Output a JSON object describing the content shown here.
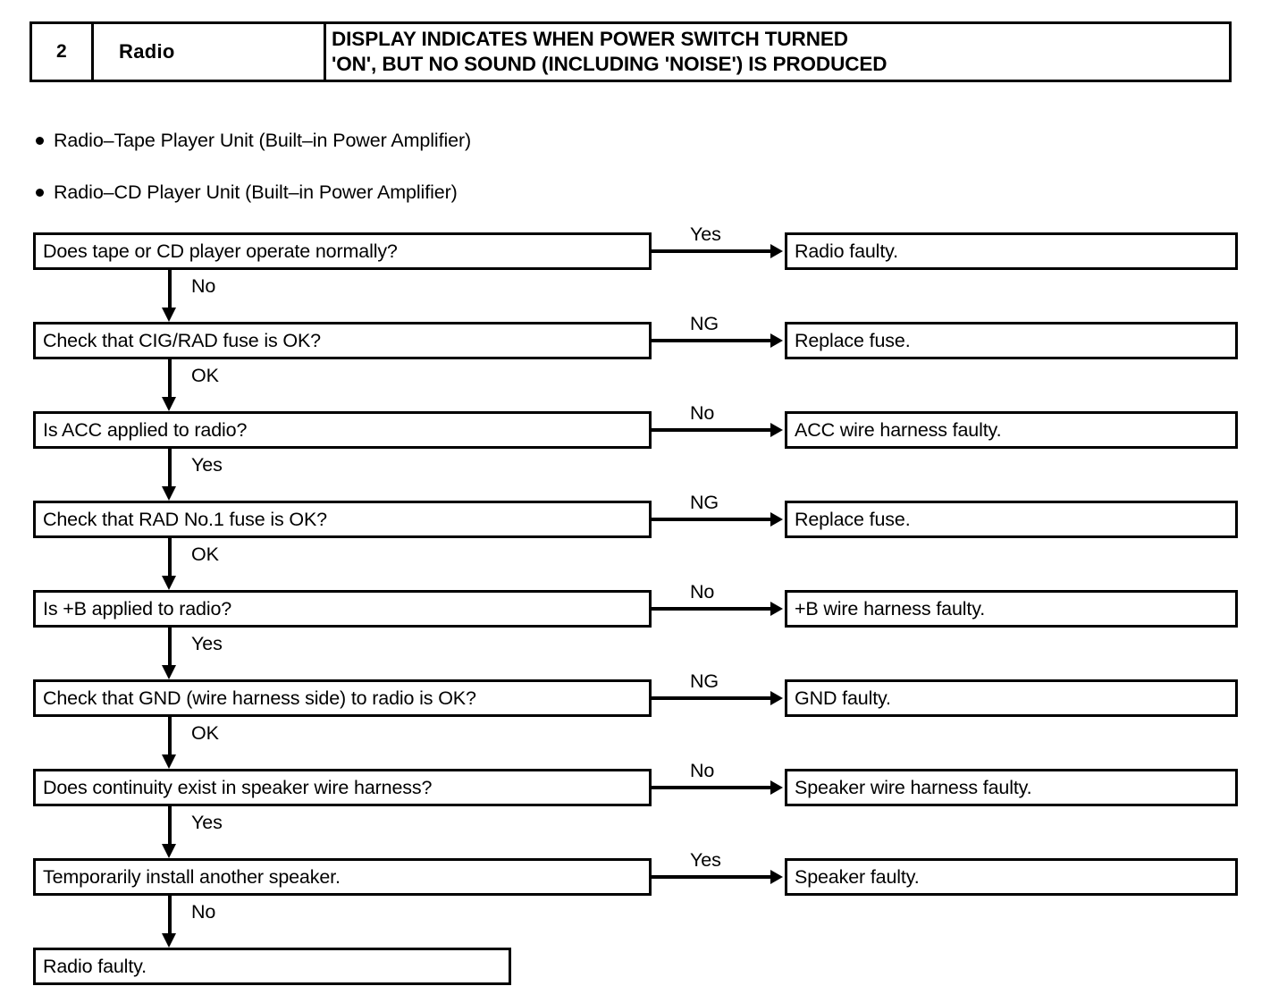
{
  "header": {
    "number": "2",
    "component": "Radio",
    "symptom_lines": [
      "DISPLAY INDICATES WHEN POWER SWITCH TURNED",
      "'ON', BUT NO SOUND (INCLUDING 'NOISE') IS PRODUCED"
    ]
  },
  "notes": [
    "Radio–Tape Player Unit (Built–in Power Amplifier)",
    "Radio–CD Player Unit (Built–in Power Amplifier)"
  ],
  "flow": {
    "steps": [
      {
        "question": "Does tape or CD player operate normally?",
        "branch_label": "Yes",
        "result": "Radio faulty.",
        "next_label": "No"
      },
      {
        "question": "Check that CIG/RAD fuse is OK?",
        "branch_label": "NG",
        "result": "Replace fuse.",
        "next_label": "OK"
      },
      {
        "question": "Is ACC applied to radio?",
        "branch_label": "No",
        "result": "ACC wire harness faulty.",
        "next_label": "Yes"
      },
      {
        "question": "Check that RAD No.1 fuse is OK?",
        "branch_label": "NG",
        "result": "Replace fuse.",
        "next_label": "OK"
      },
      {
        "question": "Is +B applied to radio?",
        "branch_label": "No",
        "result": "+B wire harness faulty.",
        "next_label": "Yes"
      },
      {
        "question": "Check that GND (wire harness side) to radio is OK?",
        "branch_label": "NG",
        "result": "GND faulty.",
        "next_label": "OK"
      },
      {
        "question": "Does continuity exist in speaker wire harness?",
        "branch_label": "No",
        "result": "Speaker wire harness faulty.",
        "next_label": "Yes"
      },
      {
        "question": "Temporarily install another speaker.",
        "branch_label": "Yes",
        "result": "Speaker faulty.",
        "next_label": "No"
      }
    ],
    "final": "Radio faulty."
  },
  "chart_data": {
    "type": "diagram",
    "title": "Radio troubleshooting flowchart",
    "nodes": [
      {
        "id": "q1",
        "text": "Does tape or CD player operate normally?",
        "kind": "question"
      },
      {
        "id": "r1",
        "text": "Radio faulty.",
        "kind": "result"
      },
      {
        "id": "q2",
        "text": "Check that CIG/RAD fuse is OK?",
        "kind": "question"
      },
      {
        "id": "r2",
        "text": "Replace fuse.",
        "kind": "result"
      },
      {
        "id": "q3",
        "text": "Is ACC applied to radio?",
        "kind": "question"
      },
      {
        "id": "r3",
        "text": "ACC wire harness faulty.",
        "kind": "result"
      },
      {
        "id": "q4",
        "text": "Check that RAD No.1 fuse is OK?",
        "kind": "question"
      },
      {
        "id": "r4",
        "text": "Replace fuse.",
        "kind": "result"
      },
      {
        "id": "q5",
        "text": "Is +B applied to radio?",
        "kind": "question"
      },
      {
        "id": "r5",
        "text": "+B wire harness faulty.",
        "kind": "result"
      },
      {
        "id": "q6",
        "text": "Check that GND (wire harness side) to radio is OK?",
        "kind": "question"
      },
      {
        "id": "r6",
        "text": "GND faulty.",
        "kind": "result"
      },
      {
        "id": "q7",
        "text": "Does continuity exist in speaker wire harness?",
        "kind": "question"
      },
      {
        "id": "r7",
        "text": "Speaker wire harness faulty.",
        "kind": "result"
      },
      {
        "id": "q8",
        "text": "Temporarily install another speaker.",
        "kind": "question"
      },
      {
        "id": "r8",
        "text": "Speaker faulty.",
        "kind": "result"
      },
      {
        "id": "end",
        "text": "Radio faulty.",
        "kind": "result"
      }
    ],
    "edges": [
      {
        "from": "q1",
        "to": "r1",
        "label": "Yes"
      },
      {
        "from": "q1",
        "to": "q2",
        "label": "No"
      },
      {
        "from": "q2",
        "to": "r2",
        "label": "NG"
      },
      {
        "from": "q2",
        "to": "q3",
        "label": "OK"
      },
      {
        "from": "q3",
        "to": "r3",
        "label": "No"
      },
      {
        "from": "q3",
        "to": "q4",
        "label": "Yes"
      },
      {
        "from": "q4",
        "to": "r4",
        "label": "NG"
      },
      {
        "from": "q4",
        "to": "q5",
        "label": "OK"
      },
      {
        "from": "q5",
        "to": "r5",
        "label": "No"
      },
      {
        "from": "q5",
        "to": "q6",
        "label": "Yes"
      },
      {
        "from": "q6",
        "to": "r6",
        "label": "NG"
      },
      {
        "from": "q6",
        "to": "q7",
        "label": "OK"
      },
      {
        "from": "q7",
        "to": "r7",
        "label": "No"
      },
      {
        "from": "q7",
        "to": "q8",
        "label": "Yes"
      },
      {
        "from": "q8",
        "to": "r8",
        "label": "Yes"
      },
      {
        "from": "q8",
        "to": "end",
        "label": "No"
      }
    ]
  }
}
